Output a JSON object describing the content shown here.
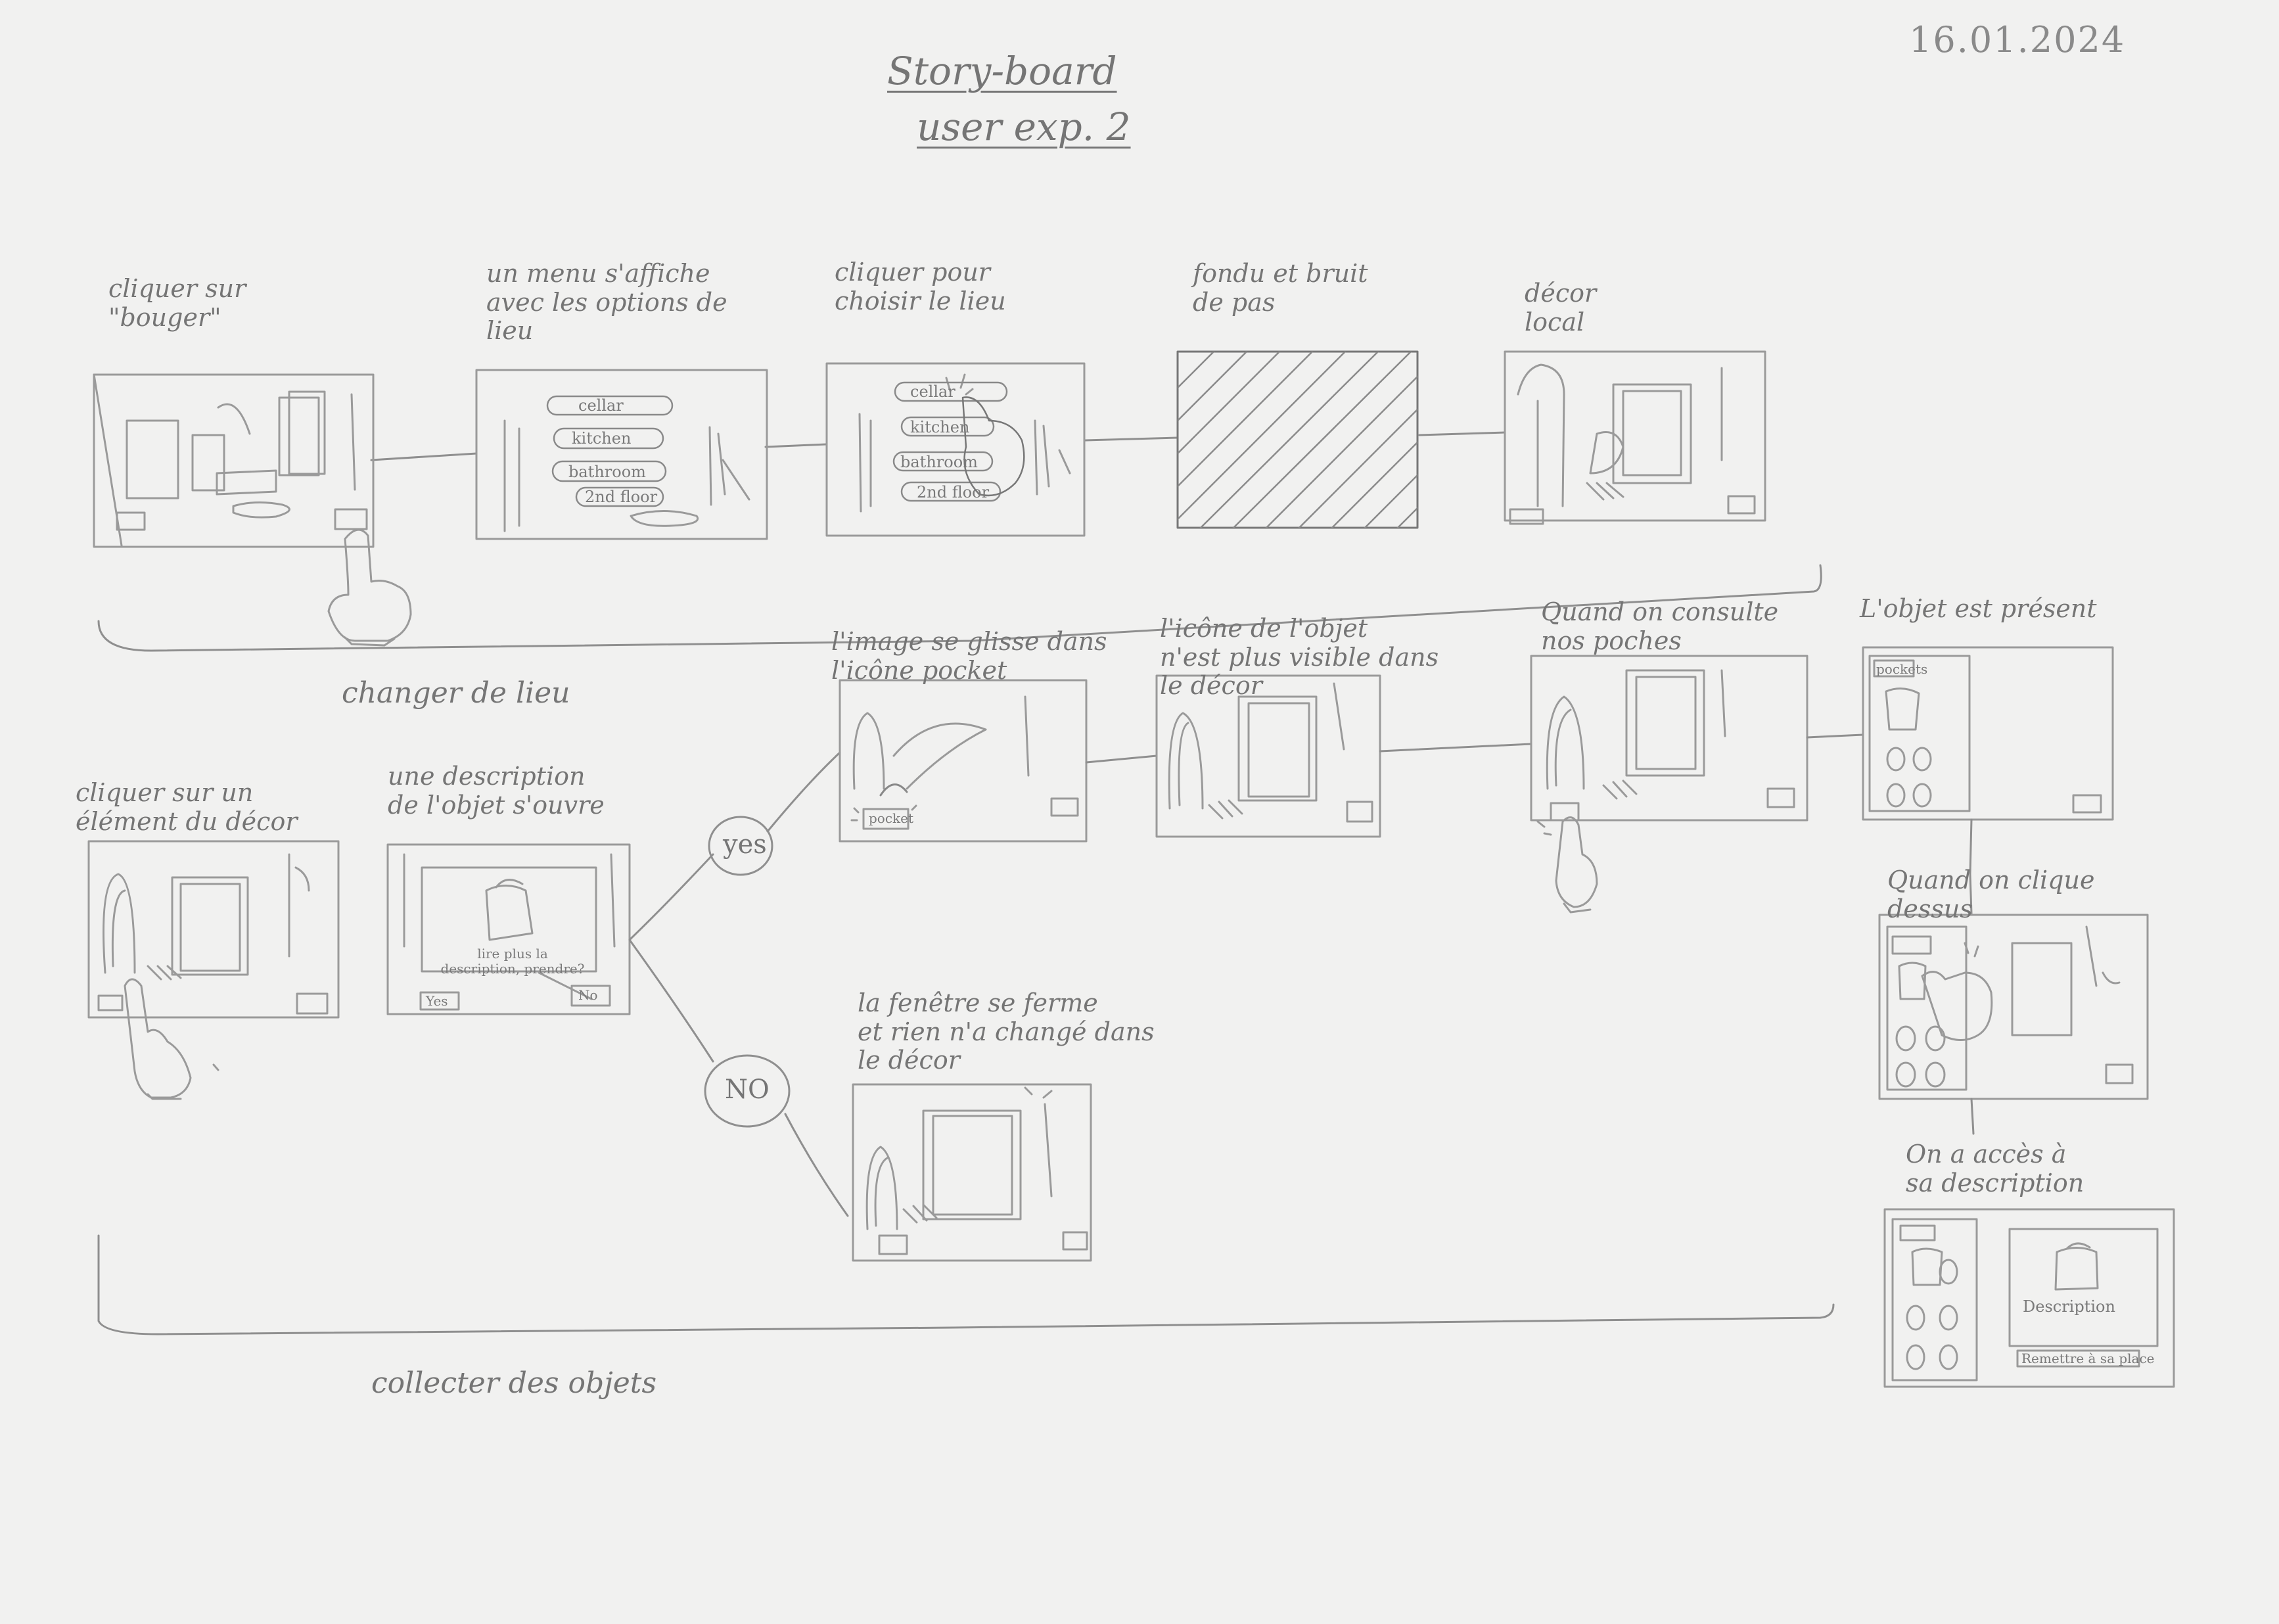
{
  "date": "16.01.2024",
  "title": {
    "line1": "Story-board",
    "line2": "user exp. 2"
  },
  "row1": {
    "captions": [
      "cliquer sur\n\"bouger\"",
      "un menu s'affiche\navec les options de\nlieu",
      "cliquer pour\nchoisir le lieu",
      "fondu et bruit\nde pas",
      "décor\nlocal"
    ],
    "menu_options": [
      "cellar",
      "kitchen",
      "bathroom",
      "2nd floor"
    ],
    "group_label": "changer de lieu"
  },
  "row2": {
    "captions": [
      "cliquer sur un\nélément du décor",
      "une description\nde l'objet s'ouvre"
    ],
    "dialog_text": "lire plus la description, prendre?",
    "dialog_yes": "Yes",
    "dialog_no": "No",
    "branch_yes": "yes",
    "branch_no": "NO"
  },
  "yes_path": {
    "captions": [
      "l'image se glisse dans\nl'icône pocket",
      "l'icône de l'objet\nn'est plus visible dans\nle décor",
      "Quand on consulte\nnos poches",
      "L'objet est présent"
    ],
    "pocket_label": "pocket",
    "pockets_label": "pockets"
  },
  "no_path": {
    "caption": "la fenêtre se ferme\net rien n'a changé dans\nle décor"
  },
  "right_column": {
    "captions": [
      "Quand on clique\ndessus",
      "On a accès à\nsa description"
    ],
    "description_label": "Description",
    "return_label": "Remettre à sa place"
  },
  "group_label_2": "collecter des objets"
}
